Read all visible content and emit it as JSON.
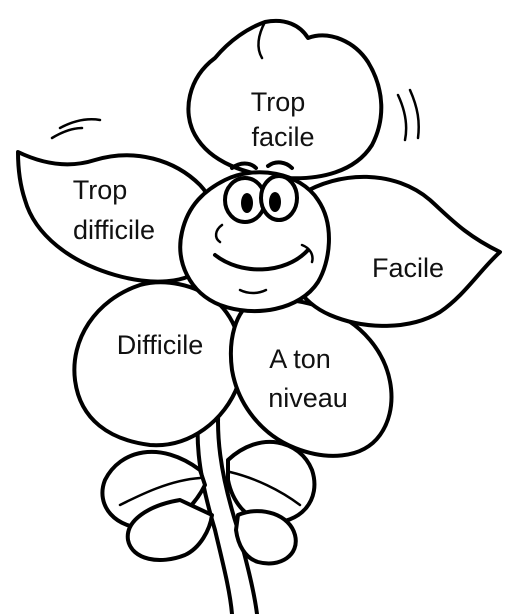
{
  "colors": {
    "ink": "#000000",
    "paper": "#ffffff"
  },
  "petals": {
    "top": {
      "line1": "Trop",
      "line2": "facile"
    },
    "upper_left": {
      "line1": "Trop",
      "line2": "difficile"
    },
    "right": {
      "line1": "Facile"
    },
    "lower_left": {
      "line1": "Difficile"
    },
    "lower_right": {
      "line1": "A ton",
      "line2": "niveau"
    }
  }
}
